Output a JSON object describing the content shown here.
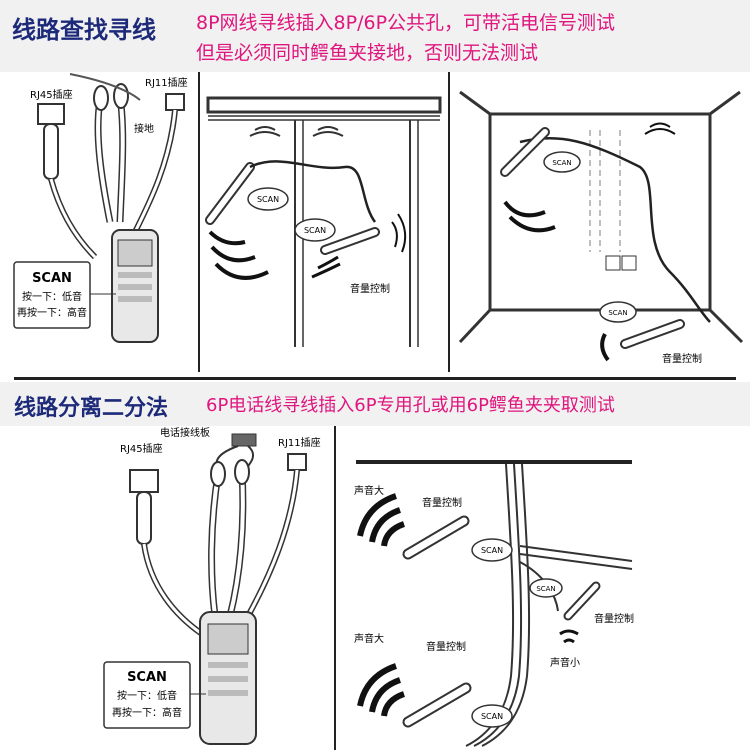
{
  "section1": {
    "title": "线路查找寻线",
    "subtitle_line1": "8P网线寻线插入8P/6P公共孔，可带活电信号测试",
    "subtitle_line2": "但是必须同时鳄鱼夹接地，否则无法测试"
  },
  "section2": {
    "title": "线路分离二分法",
    "subtitle": "6P电话线寻线插入6P专用孔或用6P鳄鱼夹夹取测试"
  },
  "labels": {
    "rj45": "RJ45插座",
    "rj11": "RJ11插座",
    "ground": "接地",
    "scan": "SCAN",
    "press_once": "按一下：低音",
    "press_again": "再按一下：高音",
    "volume": "音量控制",
    "phone_board": "电话接线板",
    "loud": "声音大",
    "quiet": "声音小"
  },
  "colors": {
    "title": "#1d2a7a",
    "subtitle": "#e0157d",
    "band": "#f1f1f1"
  }
}
